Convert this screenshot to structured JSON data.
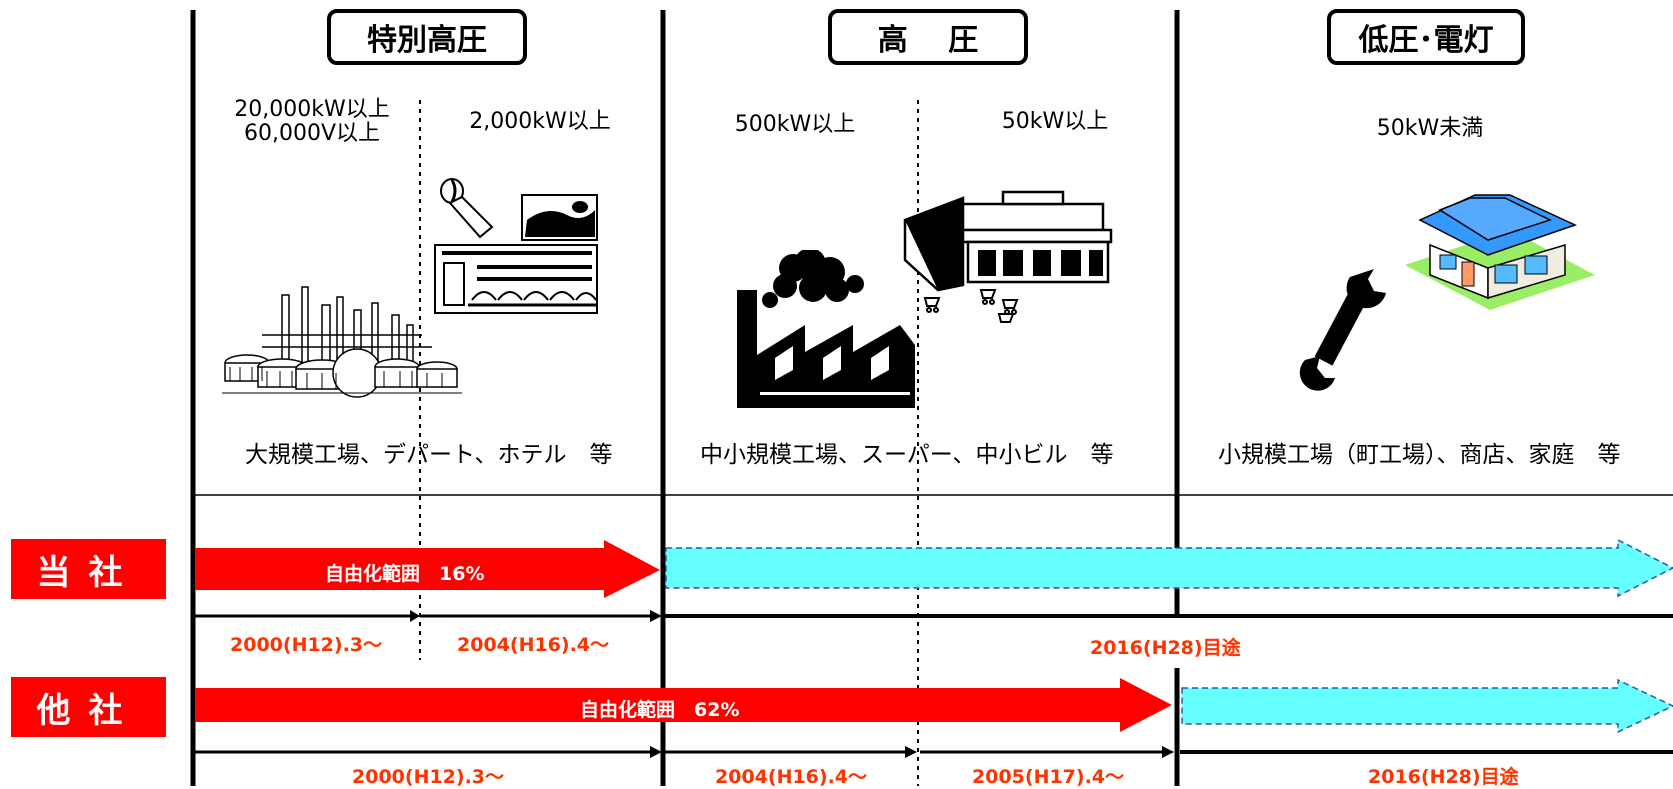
{
  "categories": [
    {
      "id": "extra_high",
      "label": "特別高圧"
    },
    {
      "id": "high",
      "label": "高　 圧"
    },
    {
      "id": "low",
      "label": "低圧･電灯"
    }
  ],
  "thresholds": {
    "extra_high_a": "20,000kW以上\n60,000V以上",
    "extra_high_b": "2,000kW以上",
    "high_a": "500kW以上",
    "high_b": "50kW以上",
    "low": "50kW未満"
  },
  "icons": {
    "extra_high_a": "industrial-complex-icon",
    "extra_high_b": "department-store-hotel-icon",
    "high_a": "factory-icon",
    "high_b": "supermarket-icon",
    "low_a": "wrench-icon",
    "low_b": "house-icon"
  },
  "customers": {
    "extra_high": "大規模工場、デパート、ホテル　等",
    "high": "中小規模工場、スーパー、中小ビル　等",
    "low": "小規模工場（町工場）、商店、家庭　等"
  },
  "rows": {
    "ours": {
      "label": "当社",
      "liberalized": "自由化範囲　16%",
      "dates": [
        "2000(H12).3～",
        "2004(H16).4～",
        "2016(H28)目途"
      ]
    },
    "others": {
      "label": "他社",
      "liberalized": "自由化範囲　62%",
      "dates": [
        "2000(H12).3～",
        "2004(H16).4～",
        "2005(H17).4～",
        "2016(H28)目途"
      ]
    }
  },
  "colors": {
    "liberalized": "#ff0000",
    "planned": "#66ffff",
    "date_text": "#ff3300"
  }
}
